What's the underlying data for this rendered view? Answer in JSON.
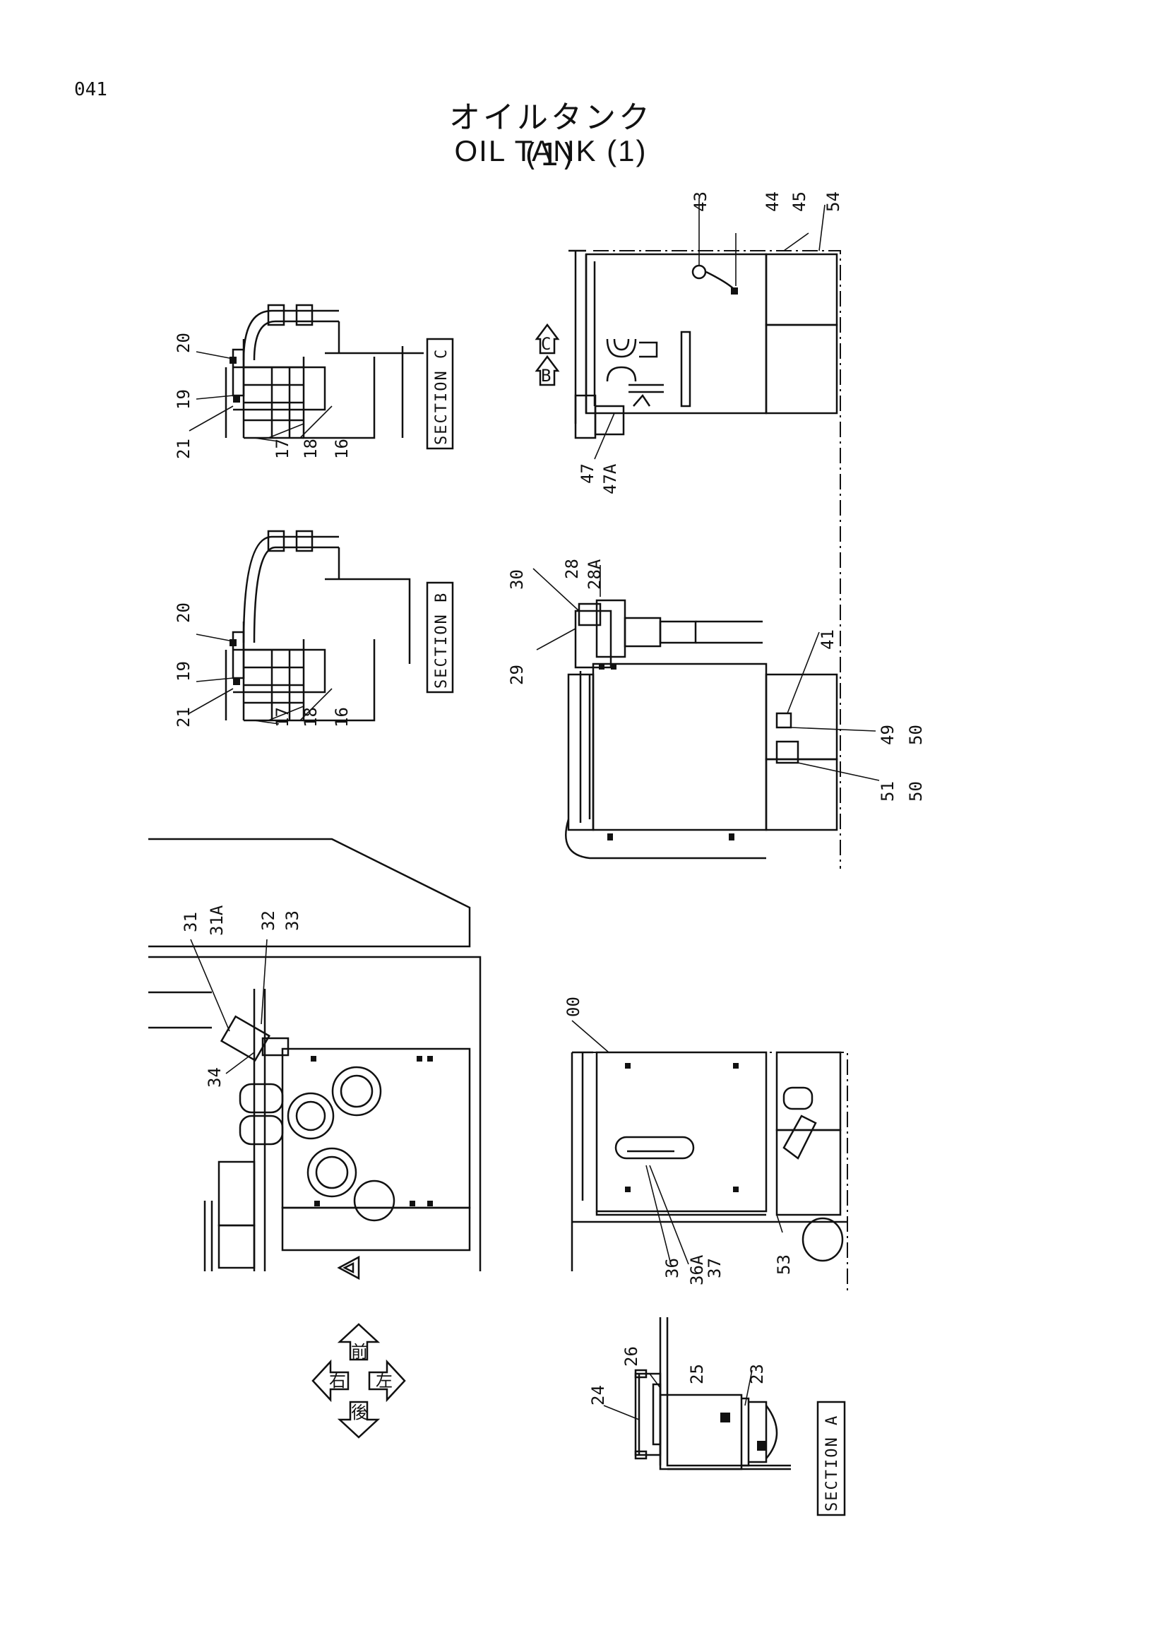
{
  "page": {
    "number": "041"
  },
  "title": {
    "jp": "オイルタンク (1)",
    "en": "OIL TANK (1)"
  },
  "sections": [
    {
      "id": "C",
      "label": "SECTION C"
    },
    {
      "id": "B",
      "label": "SECTION B"
    },
    {
      "id": "A",
      "label": "SECTION A"
    }
  ],
  "view_markers": [
    {
      "id": "view-c",
      "letter": "C"
    },
    {
      "id": "view-b",
      "letter": "B"
    },
    {
      "id": "view-a",
      "letter": "A"
    }
  ],
  "compass": {
    "up": "前",
    "left": "右",
    "right": "左",
    "down": "後"
  },
  "callouts": {
    "section_c": [
      "20",
      "19",
      "21",
      "17",
      "18",
      "16"
    ],
    "section_b": [
      "20",
      "19",
      "21",
      "17",
      "18",
      "16"
    ],
    "side_view_top": [
      "43",
      "44",
      "45",
      "54",
      "47",
      "47A"
    ],
    "side_view_mid": [
      "30",
      "28",
      "28A",
      "29",
      "41",
      "49",
      "50",
      "51",
      "50"
    ],
    "plan_view": [
      "31",
      "31A",
      "32",
      "33",
      "34"
    ],
    "front_view": [
      "00",
      "36",
      "36A",
      "37",
      "53"
    ],
    "section_a": [
      "24",
      "26",
      "25",
      "23"
    ]
  }
}
